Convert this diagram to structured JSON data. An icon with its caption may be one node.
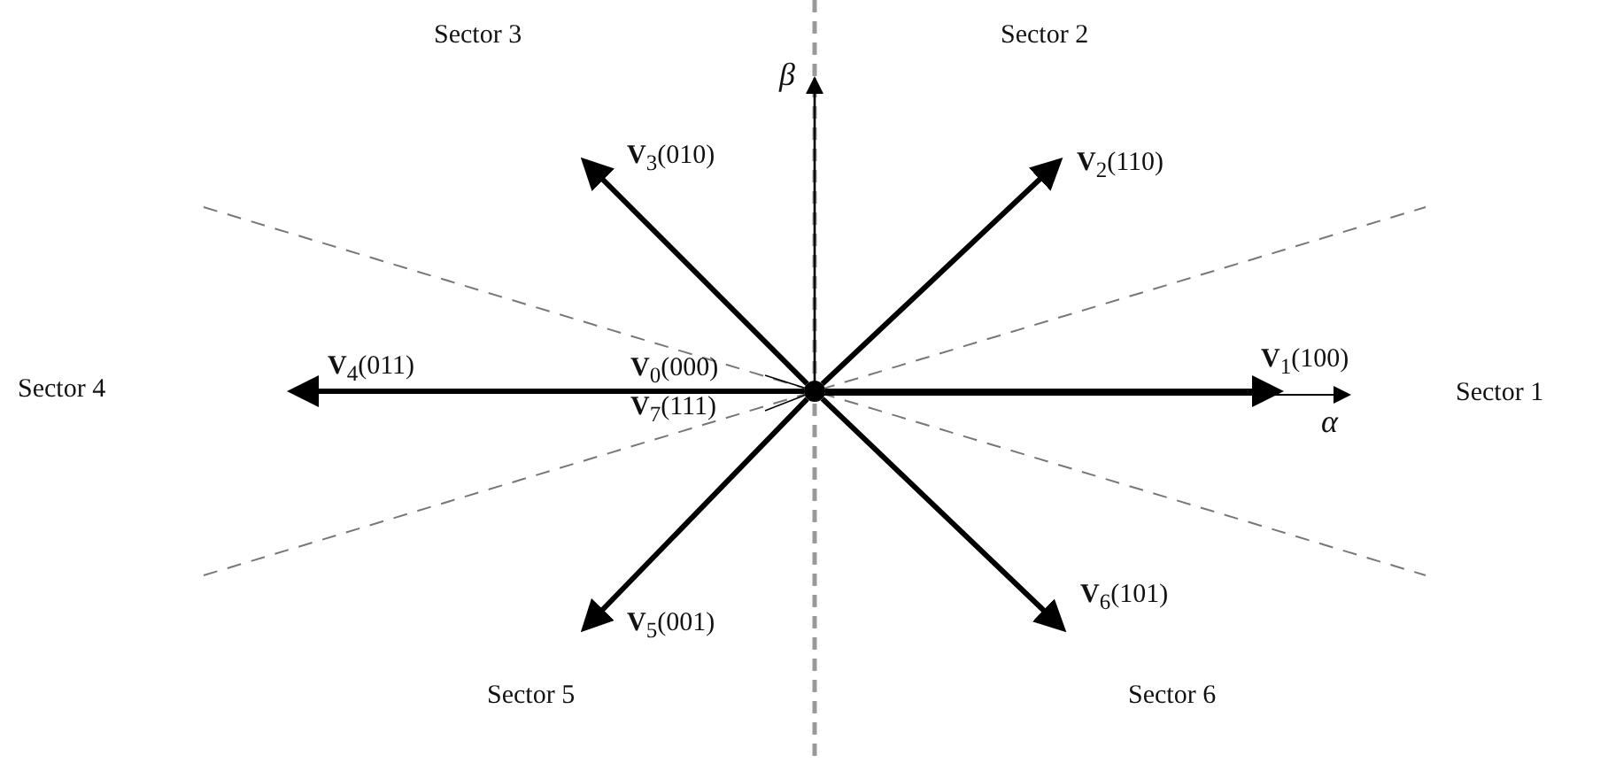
{
  "diagram": {
    "nodes": [
      {
        "text": [],
        "shape": "circle"
      },
      {
        "text": [
          "**V**$_{0}$(000)"
        ]
      },
      {
        "text": [
          "**V**$_{7}$(111)"
        ]
      }
    ],
    "edges": [
      {
        "from": 0,
        "to": null,
        "arrow": "to",
        "label": "**V**$_{1}$(100)"
      },
      {
        "from": 0,
        "to": null,
        "arrow": "to",
        "label": "**V**$_{2}$(110)"
      },
      {
        "from": 0,
        "to": null,
        "arrow": "to",
        "label": "**V**$_{3}$(010)"
      },
      {
        "from": 0,
        "to": null,
        "arrow": "to",
        "label": "**V**$_{4}$(011)"
      },
      {
        "from": 0,
        "to": null,
        "arrow": "to",
        "label": "**V**$_{5}$(001)"
      },
      {
        "from": 0,
        "to": null,
        "arrow": "to",
        "label": "**V**$_{6}$(101)"
      },
      {
        "from": 1,
        "to": 0,
        "arrow": "none"
      },
      {
        "from": 2,
        "to": 0,
        "arrow": "none"
      }
    ],
    "labels": [
      "Sector 3",
      "β",
      "Sector 2",
      "Sector 4",
      "Sector 1",
      "α",
      "Sector 5",
      "Sector 6"
    ]
  }
}
